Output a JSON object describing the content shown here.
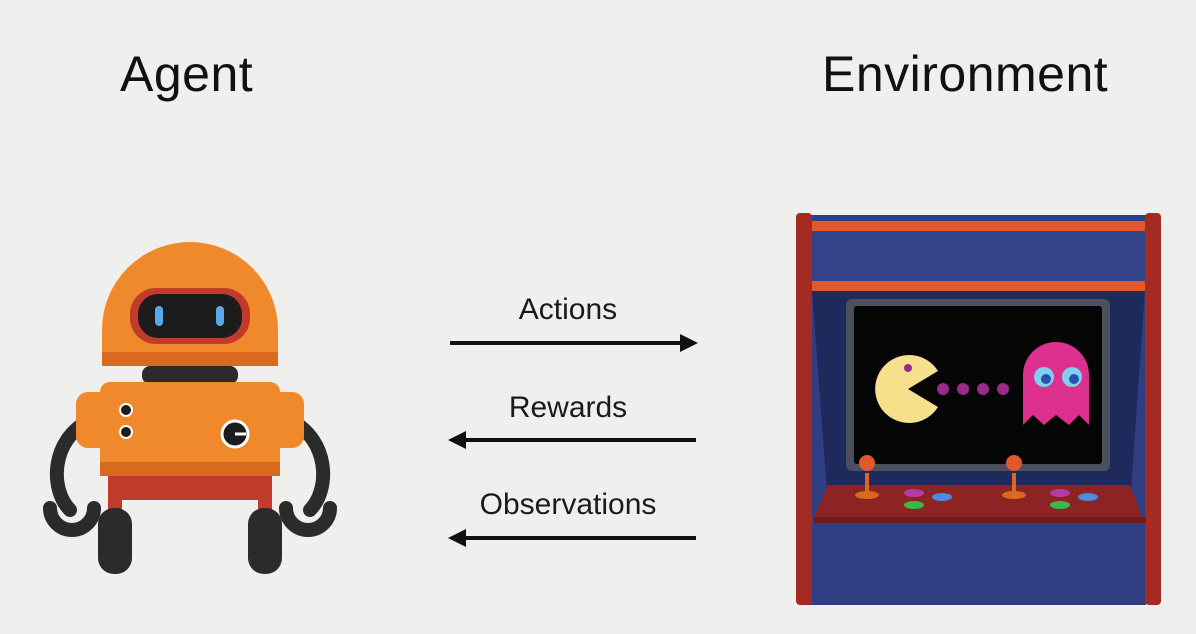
{
  "agent": {
    "title": "Agent"
  },
  "environment": {
    "title": "Environment"
  },
  "arrows": {
    "actions": {
      "label": "Actions",
      "direction": "right"
    },
    "rewards": {
      "label": "Rewards",
      "direction": "left"
    },
    "observations": {
      "label": "Observations",
      "direction": "left"
    }
  },
  "colors": {
    "background": "#efefed",
    "robot_orange": "#f0892b",
    "robot_dark_orange": "#d9691c",
    "robot_red": "#c23a2a",
    "arcade_blue": "#303f83",
    "arcade_red": "#a42a24",
    "pacman_yellow": "#f7e08c",
    "ghost_pink": "#dd2f8e",
    "pellet_purple": "#9a2a8a",
    "arrow": "#111111"
  },
  "icons": {
    "agent": "robot-icon",
    "environment": "arcade-machine-icon"
  }
}
